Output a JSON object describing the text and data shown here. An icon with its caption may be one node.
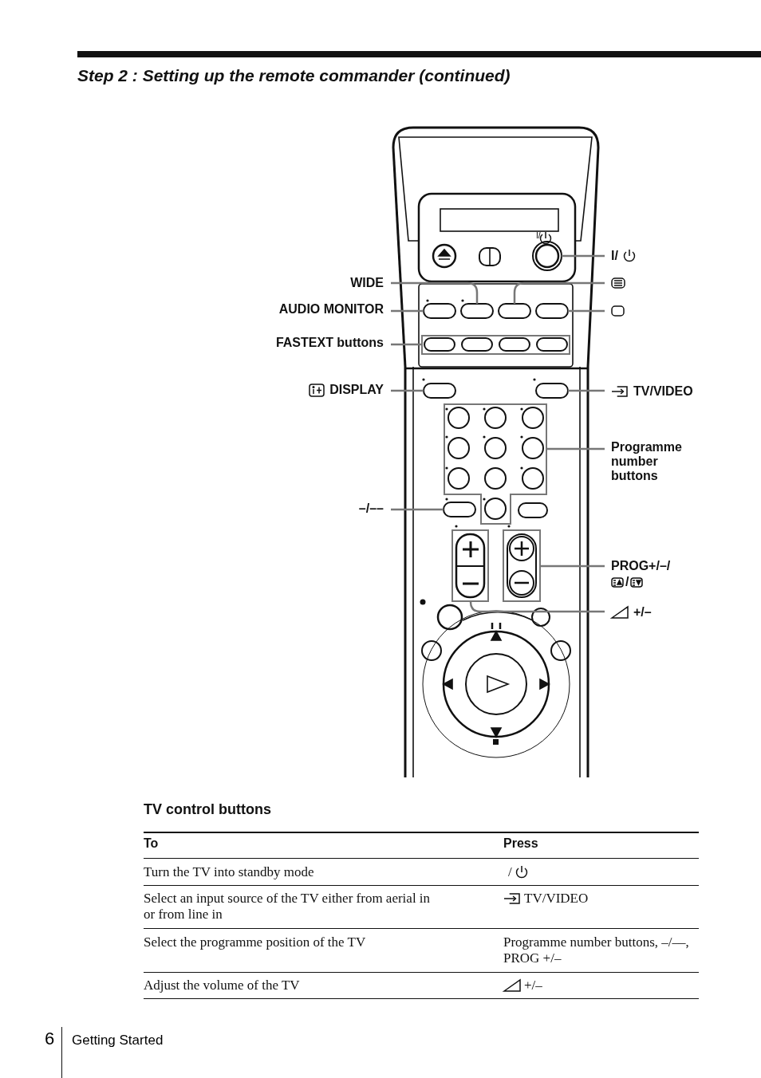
{
  "diagram": {
    "title": "Step 2 : Setting up the remote commander (continued)",
    "nodes": [
      {
        "text": [
          "I/"
        ]
      },
      {
        "text": [],
        "shape": "icon"
      },
      {
        "text": [],
        "shape": "box"
      },
      {
        "text": [
          "WIDE"
        ]
      },
      {
        "text": [
          "AUDIO MONITOR"
        ]
      },
      {
        "text": [
          "FASTEXT buttons"
        ]
      },
      {
        "text": [
          "DISPLAY"
        ]
      },
      {
        "text": [
          "TV/VIDEO"
        ]
      },
      {
        "text": [
          "Programme number buttons"
        ]
      },
      {
        "text": [
          "–/––"
        ]
      },
      {
        "text": [
          "PROG+/–/",
          "/"
        ]
      },
      {
        "text": [
          "+/–"
        ]
      },
      {
        "text": [],
        "shape": "circle",
        "beside": [
          "I/"
        ]
      },
      {
        "text": [],
        "shape": "button"
      },
      {
        "text": [],
        "shape": "button"
      },
      {
        "text": [],
        "shape": "button"
      },
      {
        "text": [],
        "shape": "button"
      },
      {
        "text": [],
        "shape": "box"
      },
      {
        "text": [],
        "shape": "button"
      },
      {
        "text": [],
        "shape": "button"
      },
      {
        "text": [],
        "shape": "box"
      },
      {
        "text": [],
        "shape": "button"
      },
      {
        "text": [],
        "shape": "box"
      },
      {
        "text": [],
        "shape": "box"
      }
    ],
    "edges": [
      {
        "from": 0,
        "to": 12,
        "arrow": "none"
      },
      {
        "from": 1,
        "to": 15,
        "arrow": "none"
      },
      {
        "from": 2,
        "to": 16,
        "arrow": "none"
      },
      {
        "from": 3,
        "to": 14,
        "arrow": "none"
      },
      {
        "from": 4,
        "to": 13,
        "arrow": "none"
      },
      {
        "from": 5,
        "to": 17,
        "arrow": "none"
      },
      {
        "from": 6,
        "to": 18,
        "arrow": "none"
      },
      {
        "from": 7,
        "to": 19,
        "arrow": "none"
      },
      {
        "from": 8,
        "to": 20,
        "arrow": "none"
      },
      {
        "from": 9,
        "to": 21,
        "arrow": "none"
      },
      {
        "from": 10,
        "to": 23,
        "arrow": "none"
      },
      {
        "from": 11,
        "to": 22,
        "arrow": "none"
      }
    ],
    "labels": [
      "TV control buttons",
      "To",
      "Press",
      "Turn the TV into standby mode",
      "/",
      "Select an input source of the TV either from aerial in or from line in",
      "TV/VIDEO",
      "Select the programme position of the TV",
      "Programme number buttons, –/––, PROG +/–",
      "Adjust the volume of the TV",
      "+/–",
      "6",
      "Getting Started"
    ]
  }
}
